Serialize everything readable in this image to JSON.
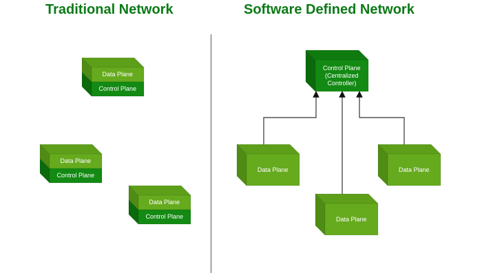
{
  "left_title": "Traditional Network",
  "right_title": "Software Defined Network",
  "colors": {
    "title": "#0b7a16",
    "data_front": "#66aa1e",
    "data_top": "#5e9f1a",
    "data_side": "#4f8c14",
    "control_front": "#138a13",
    "control_top": "#0f7a0f",
    "control_side": "#0b6a0b",
    "line": "#333333"
  },
  "traditional_nodes": [
    {
      "data_label": "Data Plane",
      "control_label": "Control Plane"
    },
    {
      "data_label": "Data Plane",
      "control_label": "Control Plane"
    },
    {
      "data_label": "Data Plane",
      "control_label": "Control Plane"
    }
  ],
  "sdn": {
    "controller_label_lines": [
      "Control Plane",
      "(Centralized",
      "Controller)"
    ],
    "data_nodes": [
      {
        "label": "Data Plane"
      },
      {
        "label": "Data Plane"
      },
      {
        "label": "Data Plane"
      }
    ]
  }
}
